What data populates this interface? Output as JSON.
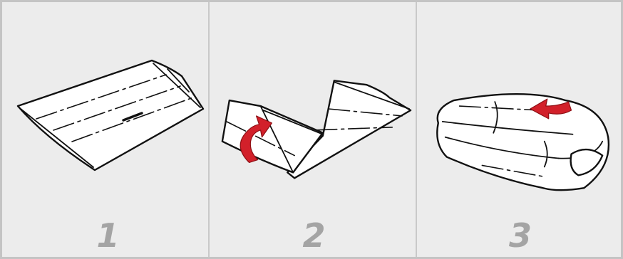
{
  "steps": [
    {
      "number": "1"
    },
    {
      "number": "2"
    },
    {
      "number": "3"
    }
  ],
  "colors": {
    "background": "#ececec",
    "border": "#c4c4c4",
    "step_number": "#a4a4a4",
    "arrow": "#d2202a",
    "ink": "#111111"
  }
}
